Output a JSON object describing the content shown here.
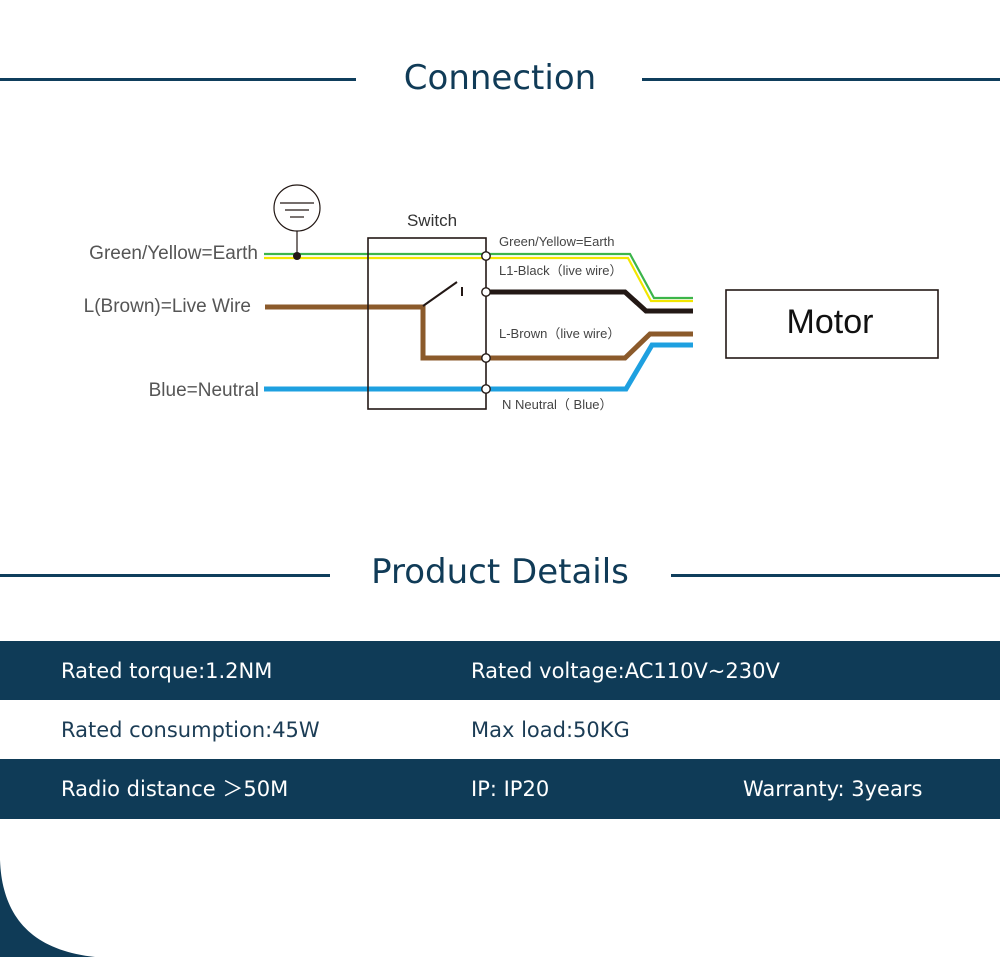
{
  "connection": {
    "title": "Connection",
    "diagram": {
      "left_labels": {
        "earth": "Green/Yellow=Earth",
        "live": "L(Brown)=Live Wire",
        "neutral": "Blue=Neutral"
      },
      "switch_label": "Switch",
      "right_labels": {
        "earth": "Green/Yellow=Earth",
        "l1": "L1-Black（live wire）",
        "l_brown": "L-Brown（live wire）",
        "neutral": "N Neutral（ Blue）"
      },
      "motor_label": "Motor",
      "colors": {
        "earth_green": "#3cb54a",
        "earth_yellow": "#f2e600",
        "brown": "#8b5a2b",
        "black": "#231815",
        "blue": "#1ea0e0",
        "outline": "#231815"
      }
    }
  },
  "details": {
    "title": "Product Details",
    "rows": [
      {
        "style": "dark",
        "cells": [
          "Rated torque:1.2NM",
          "Rated voltage:AC110V~230V"
        ]
      },
      {
        "style": "light",
        "cells": [
          "Rated consumption:45W",
          "Max load:50KG"
        ]
      },
      {
        "style": "dark",
        "cells": [
          "Radio distance ＞50M",
          "IP: IP20",
          "Warranty: 3years"
        ]
      }
    ]
  },
  "colors": {
    "navy": "#0f3b57",
    "title_text": "#103b57",
    "light_row_text": "#1b3c55"
  }
}
